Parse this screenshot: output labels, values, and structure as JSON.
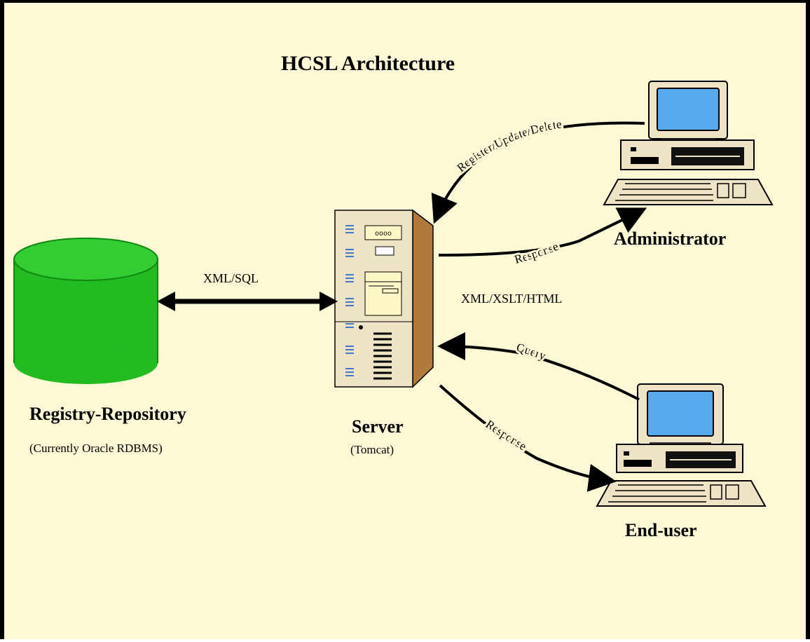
{
  "title": "HCSL Architecture",
  "nodes": {
    "repository": {
      "name": "Registry-Repository",
      "note": "(Currently Oracle RDBMS)"
    },
    "server": {
      "name": "Server",
      "note": "(Tomcat)"
    },
    "administrator": {
      "name": "Administrator"
    },
    "end_user": {
      "name": "End-user"
    }
  },
  "edges": {
    "repo_server": "XML/SQL",
    "admin_to_server": "Register/Update/Delete",
    "server_to_admin": "Response",
    "protocol": "XML/XSLT/HTML",
    "user_to_server": "Query",
    "server_to_user": "Response"
  },
  "colors": {
    "background": "#fdf9d6",
    "database": "#22bb22",
    "server_front": "#efe3c6",
    "server_side": "#b07a3c",
    "monitor_screen": "#55aaee"
  }
}
